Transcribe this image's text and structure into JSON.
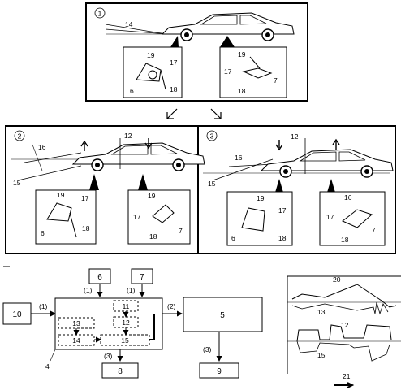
{
  "panel_top": {
    "number": "1",
    "callouts": {
      "headlamp_beam": "14",
      "left_top": "19",
      "left_r1": "17",
      "left_r2": "18",
      "left_b": "6",
      "right_top": "19",
      "right_left": "17",
      "right_r": "7",
      "right_b": "18"
    }
  },
  "panel_left": {
    "number": "2",
    "callouts": {
      "beam_upper": "16",
      "beam_lower": "15",
      "body_marker": "12",
      "inset_l_top": "19",
      "inset_l_r1": "17",
      "inset_l_r2": "18",
      "inset_l_b": "6",
      "inset_r_top": "19",
      "inset_r_left": "17",
      "inset_r_r": "7",
      "inset_r_b": "18"
    }
  },
  "panel_right": {
    "number": "3",
    "callouts": {
      "beam_upper": "16",
      "beam_lower": "15",
      "body_marker": "12",
      "inset_l_top": "19",
      "inset_l_r1": "17",
      "inset_l_r2": "18",
      "inset_l_b": "6",
      "inset_r_top": "16",
      "inset_r_left": "17",
      "inset_r_r": "7",
      "inset_r_b": "18"
    }
  },
  "block_diagram": {
    "sensor_box": "10",
    "input_top_left": "6",
    "input_top_right": "7",
    "unit_label": "4",
    "sub_a": "11",
    "sub_b": "12",
    "sub_c": "13",
    "sub_d": "14",
    "sub_e": "15",
    "output_box": "5",
    "bottom_left": "8",
    "bottom_right": "9",
    "sig_1": "(1)",
    "sig_1b": "(1)",
    "sig_1c": "(1)",
    "sig_2": "(2)",
    "sig_3": "(3)",
    "sig_3b": "(3)"
  },
  "waveform": {
    "label_top": "20",
    "label_13": "13",
    "label_12": "12",
    "label_15": "15",
    "time_label": "21"
  }
}
